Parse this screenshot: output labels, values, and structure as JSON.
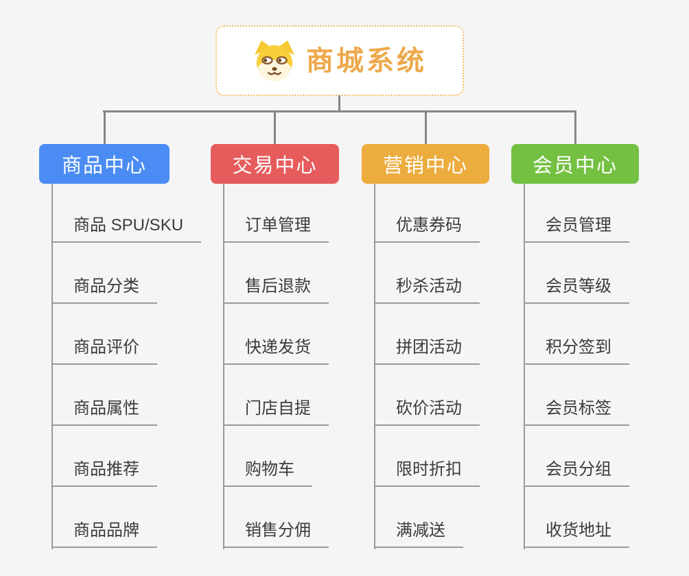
{
  "root": {
    "title": "商城系统",
    "icon": "dog-face-icon",
    "title_color": "#eda94c",
    "border_color": "#f0ba62"
  },
  "colors": {
    "connector": "#858585",
    "line": "#9a9a9a",
    "background": "#f5f5f6"
  },
  "branches": [
    {
      "label": "商品中心",
      "color": "#4a8cf3",
      "items": [
        "商品 SPU/SKU",
        "商品分类",
        "商品评价",
        "商品属性",
        "商品推荐",
        "商品品牌"
      ]
    },
    {
      "label": "交易中心",
      "color": "#e65c5c",
      "items": [
        "订单管理",
        "售后退款",
        "快递发货",
        "门店自提",
        "购物车",
        "销售分佣"
      ]
    },
    {
      "label": "营销中心",
      "color": "#ecac3e",
      "items": [
        "优惠券码",
        "秒杀活动",
        "拼团活动",
        "砍价活动",
        "限时折扣",
        "满减送"
      ]
    },
    {
      "label": "会员中心",
      "color": "#74c043",
      "items": [
        "会员管理",
        "会员等级",
        "积分签到",
        "会员标签",
        "会员分组",
        "收货地址"
      ]
    }
  ]
}
